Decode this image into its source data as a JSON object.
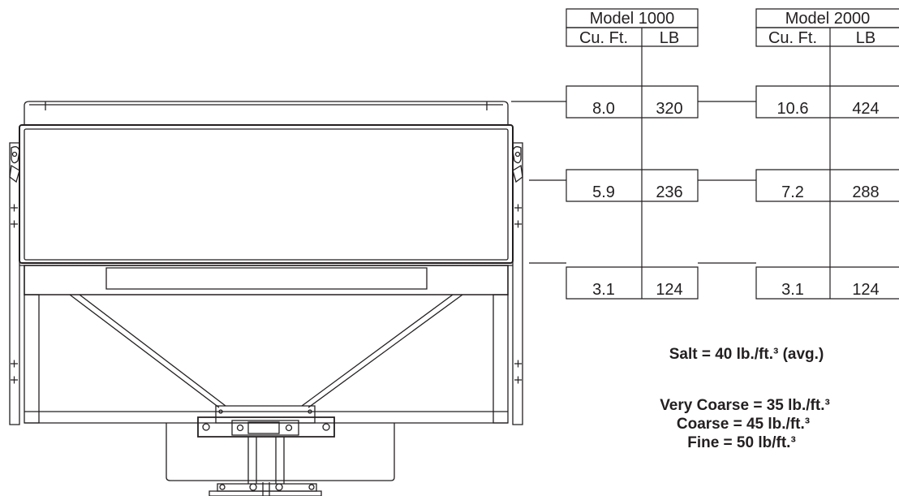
{
  "tables": [
    {
      "model_label": "Model 1000",
      "col_volume": "Cu. Ft.",
      "col_weight": "LB",
      "rows": [
        {
          "volume": "8.0",
          "weight": "320"
        },
        {
          "volume": "5.9",
          "weight": "236"
        },
        {
          "volume": "3.1",
          "weight": "124"
        }
      ]
    },
    {
      "model_label": "Model 2000",
      "col_volume": "Cu. Ft.",
      "col_weight": "LB",
      "rows": [
        {
          "volume": "10.6",
          "weight": "424"
        },
        {
          "volume": "7.2",
          "weight": "288"
        },
        {
          "volume": "3.1",
          "weight": "124"
        }
      ]
    }
  ],
  "notes": {
    "salt": "Salt = 40 lb./ft.³ (avg.)",
    "very_coarse": "Very Coarse = 35 lb./ft.³",
    "coarse": "Coarse = 45 lb./ft.³",
    "fine": "Fine = 50 lb/ft.³"
  },
  "colors": {
    "ink": "#231f20",
    "background": "#ffffff"
  }
}
